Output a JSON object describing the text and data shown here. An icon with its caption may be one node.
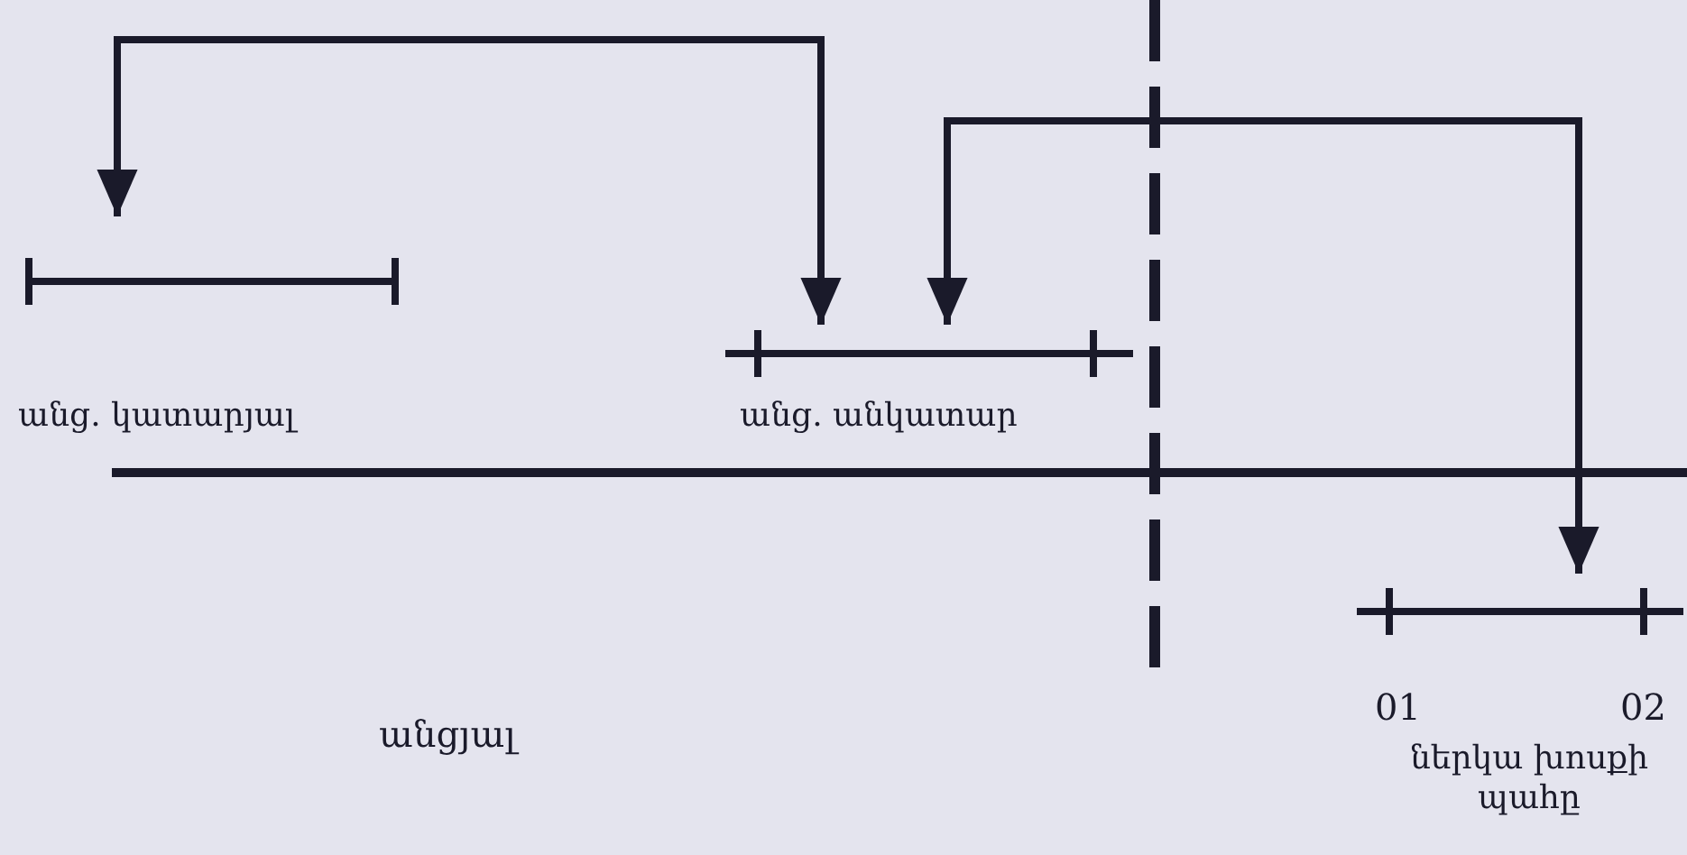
{
  "diagram": {
    "nodes": [
      {
        "text": [
          "անց. կատարյալ"
        ]
      },
      {
        "text": [
          "անց. անկատար"
        ]
      },
      {
        "text": [
          "ներկա խոսքի պահը"
        ]
      }
    ],
    "edges": [
      {
        "from": 0,
        "to": 1,
        "arrow": "both"
      },
      {
        "from": 1,
        "to": 2,
        "arrow": "both"
      }
    ],
    "labels": [
      "01",
      "02",
      "անցյալ"
    ]
  }
}
